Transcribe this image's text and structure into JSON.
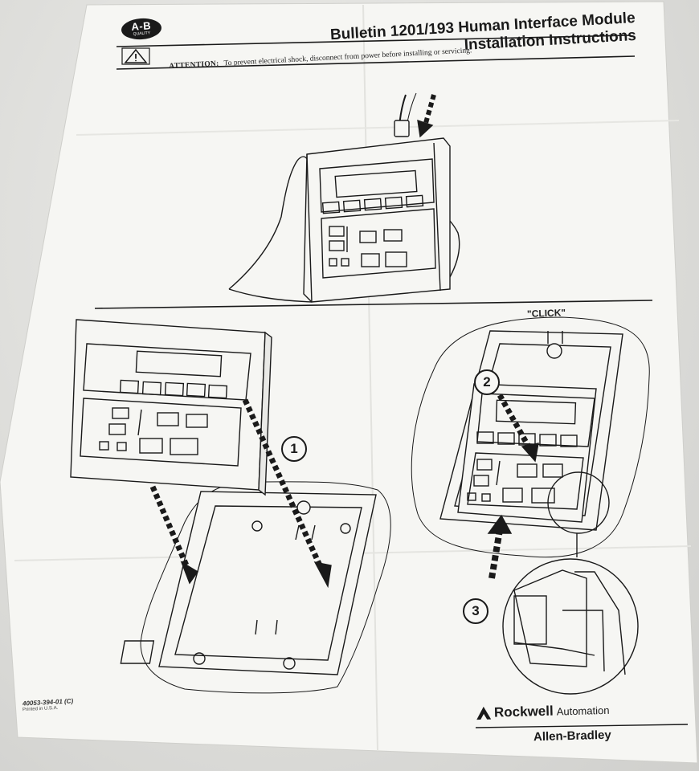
{
  "header": {
    "logo_text": "A-B",
    "logo_sub": "QUALITY",
    "title_line1": "Bulletin 1201/193 Human Interface Module",
    "title_line2": "Installation Instructions"
  },
  "attention": {
    "label": "ATTENTION:",
    "text": "To prevent electrical shock, disconnect from power before installing or servicing."
  },
  "diagram": {
    "click_label": "\"CLICK\"",
    "steps": [
      "1",
      "2",
      "3"
    ]
  },
  "footer": {
    "doc_number": "40053-394-01 (C)",
    "printed": "Printed in U.S.A.",
    "brand_name": "Rockwell",
    "brand_sub": "Automation",
    "brand_line2": "Allen-Bradley"
  },
  "colors": {
    "paper": "#f6f6f3",
    "ink": "#1a1a1a",
    "background": "#d9d9d6"
  }
}
